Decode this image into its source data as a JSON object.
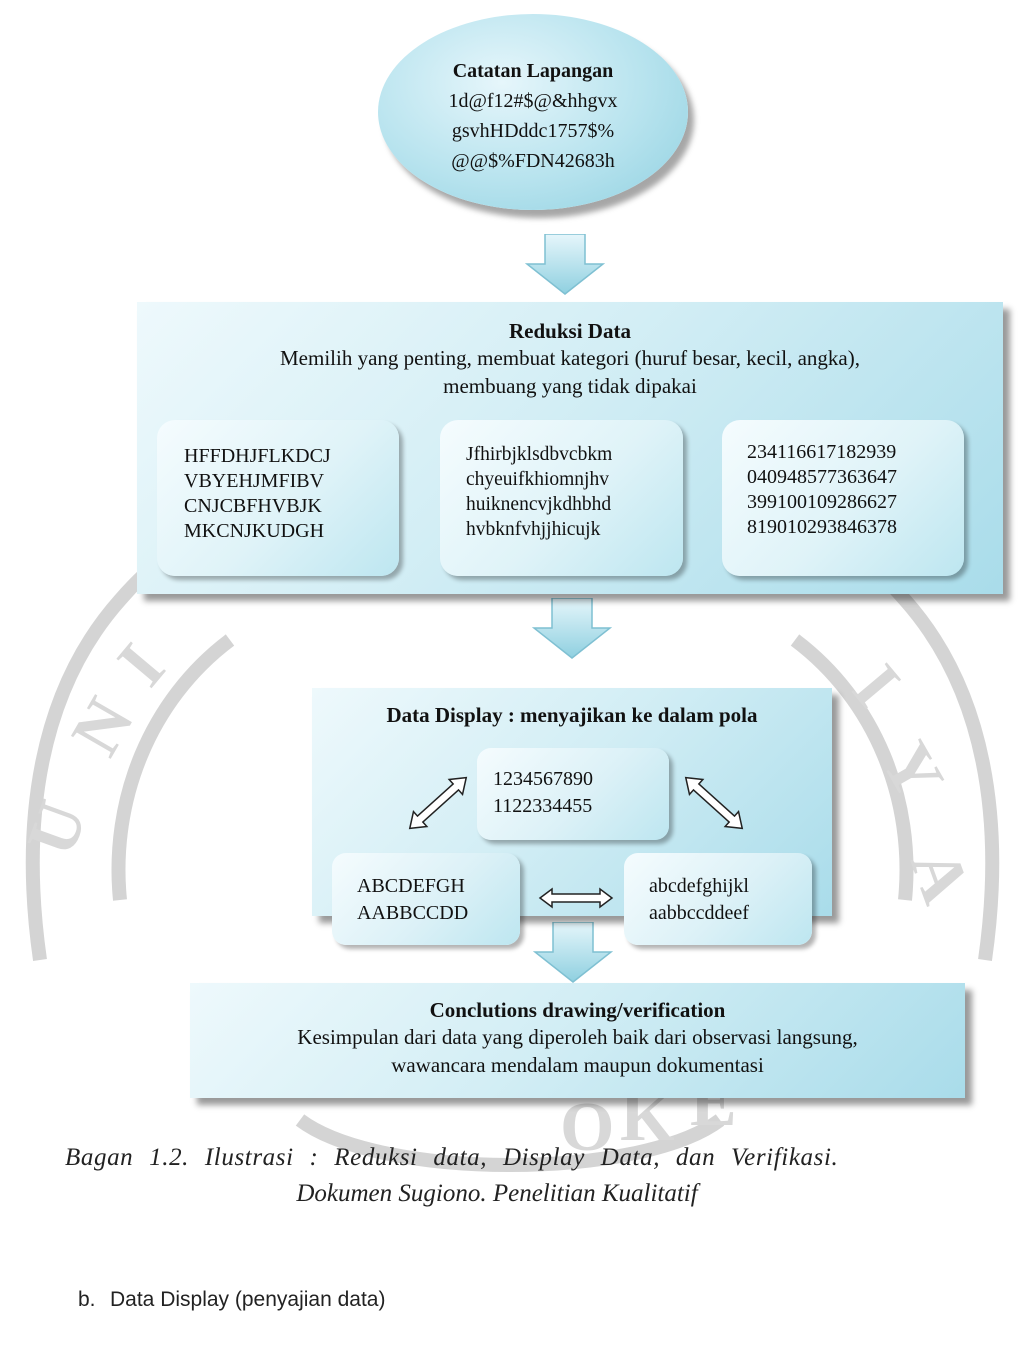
{
  "start": {
    "title": "Catatan Lapangan",
    "lines": [
      "1d@f12#$@&hhgvx",
      "gsvhHDddc1757$%",
      "@@$%FDN42683h"
    ]
  },
  "reduksi": {
    "title": "Reduksi Data",
    "desc_lines": [
      "Memilih yang penting, membuat kategori (huruf besar, kecil, angka),",
      "membuang yang tidak dipakai"
    ],
    "boxes": [
      {
        "lines": [
          "HFFDHJFLKDCJ",
          "VBYEHJMFIBV",
          "CNJCBFHVBJK",
          "MKCNJKUDGH"
        ]
      },
      {
        "lines": [
          "Jfhirbjklsdbvcbkm",
          "chyeuifkhiomnjhv",
          "huiknencvjkdhbhd",
          "hvbknfvhjjhicujk"
        ]
      },
      {
        "lines": [
          "234116617182939",
          "040948577363647",
          "399100109286627",
          "819010293846378"
        ]
      }
    ]
  },
  "display": {
    "title": "Data Display : menyajikan ke dalam pola",
    "numbers": [
      "1234567890",
      "1122334455"
    ],
    "upper": [
      "ABCDEFGH",
      "AABBCCDD"
    ],
    "lower": [
      "abcdefghijkl",
      "aabbccddeef"
    ]
  },
  "conclusion": {
    "title": "Conclutions drawing/verification",
    "desc_lines": [
      "Kesimpulan dari data yang diperoleh baik dari observasi langsung,",
      "wawancara mendalam maupun dokumentasi"
    ]
  },
  "caption": {
    "line1": "Bagan 1.2. Ilustrasi : Reduksi data, Display Data, dan Verifikasi.",
    "line2": "Dokumen Sugiono. Penelitian Kualitatif"
  },
  "list_item": {
    "marker": "b.",
    "text": "Data Display (penyajian data)"
  },
  "colors": {
    "shape_fill": "#b7e3ee",
    "watermark": "#cfcfcf"
  }
}
